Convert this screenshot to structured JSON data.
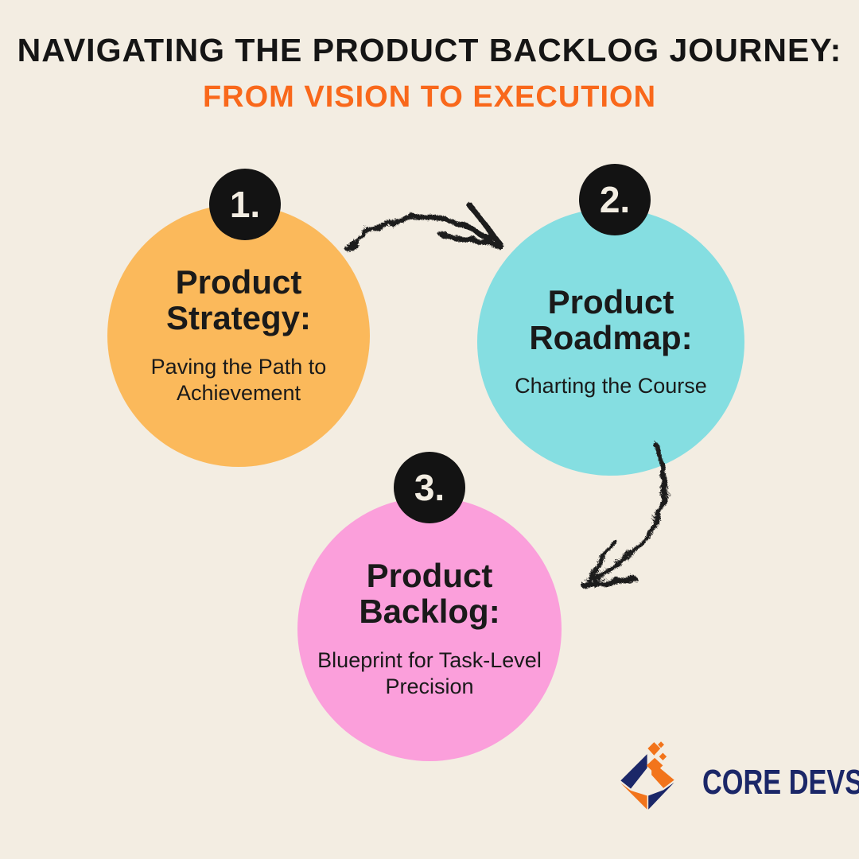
{
  "title": {
    "line1": "NAVIGATING THE PRODUCT BACKLOG JOURNEY:",
    "line2": "FROM VISION TO EXECUTION"
  },
  "steps": [
    {
      "number": "1.",
      "title": "Product Strategy:",
      "subtitle": "Paving the Path to Achievement",
      "circle_color": "#FBB95B"
    },
    {
      "number": "2.",
      "title": "Product Roadmap:",
      "subtitle": "Charting the Course",
      "circle_color": "#85DEE1"
    },
    {
      "number": "3.",
      "title": "Product Backlog:",
      "subtitle": "Blueprint for Task-Level Precision",
      "circle_color": "#FB9FDB"
    }
  ],
  "icons": {
    "arrow_1": "curved-sketch-arrow-right",
    "arrow_2": "curved-sketch-arrow-down-left",
    "logo_mark": "core-devs-isometric-cube"
  },
  "logo": {
    "text": "CORE DEVS",
    "navy": "#1B2768",
    "orange": "#F2741B"
  },
  "colors": {
    "background": "#F3EDE2",
    "title_text": "#151515",
    "title_accent": "#F9681B",
    "badge_bg": "#131313",
    "badge_text": "#F3EDE2",
    "arrow": "#1B1B1B",
    "circle_text": "#1A1A1A"
  }
}
